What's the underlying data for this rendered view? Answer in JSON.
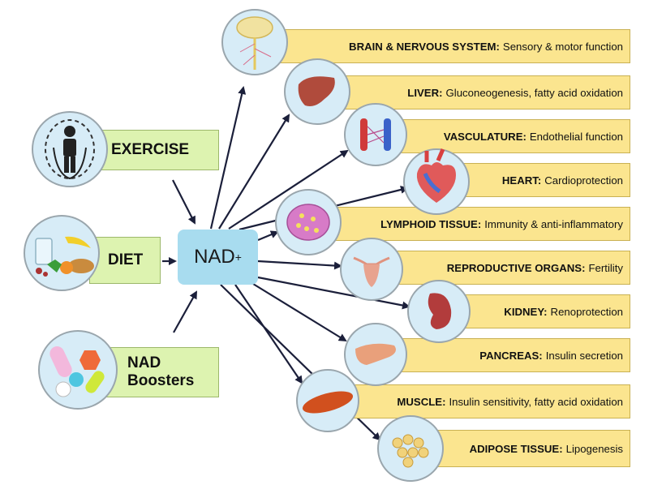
{
  "inputs": [
    {
      "label": "EXERCISE",
      "icon": "jump-rope-person-icon"
    },
    {
      "label": "DIET",
      "icon": "food-icon"
    },
    {
      "label": "NAD\nBoosters",
      "icon": "supplement-pills-icon"
    }
  ],
  "center": {
    "label": "NAD",
    "superscript": "+"
  },
  "outputs": [
    {
      "organ": "BRAIN & NERVOUS SYSTEM:",
      "function": "Sensory & motor function",
      "icon": "brain-icon"
    },
    {
      "organ": "LIVER:",
      "function": "Gluconeogenesis, fatty acid oxidation",
      "icon": "liver-icon"
    },
    {
      "organ": "VASCULATURE:",
      "function": "Endothelial function",
      "icon": "blood-vessel-icon"
    },
    {
      "organ": "HEART:",
      "function": "Cardioprotection",
      "icon": "heart-icon"
    },
    {
      "organ": "LYMPHOID TISSUE:",
      "function": "Immunity & anti-inflammatory",
      "icon": "lymph-node-icon"
    },
    {
      "organ": "REPRODUCTIVE ORGANS:",
      "function": "Fertility",
      "icon": "uterus-icon"
    },
    {
      "organ": "KIDNEY:",
      "function": "Renoprotection",
      "icon": "kidney-icon"
    },
    {
      "organ": "PANCREAS:",
      "function": "Insulin secretion",
      "icon": "pancreas-icon"
    },
    {
      "organ": "MUSCLE:",
      "function": "Insulin sensitivity, fatty acid oxidation",
      "icon": "muscle-icon"
    },
    {
      "organ": "ADIPOSE TISSUE:",
      "function": "Lipogenesis",
      "icon": "fat-cells-icon"
    }
  ]
}
